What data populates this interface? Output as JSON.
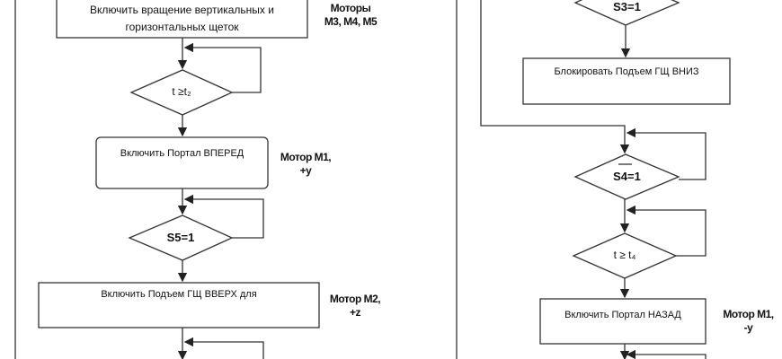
{
  "left": {
    "box1": "Включить вращение вертикальных и горизонтальных щеток",
    "box1_note_1": "Моторы",
    "box1_note_2": "М3, М4, М5",
    "cond1": "t ≥t₂",
    "box2": "Включить Портал ВПЕРЕД",
    "box2_note_1": "Мотор М1,",
    "box2_note_2": "+у",
    "cond2": "S5=1",
    "box3": "Включить Подъем ГЩ ВВЕРХ для",
    "box3_note_1": "Мотор М2,",
    "box3_note_2": "+z"
  },
  "right": {
    "cond1": "S3=1",
    "box1": "Блокировать Подъем ГЩ ВНИЗ",
    "cond2": "S4=1",
    "cond3": "t ≥ t₄",
    "box2": "Включить Портал НАЗАД",
    "box2_note_1": "Мотор М1,",
    "box2_note_2": "-у"
  }
}
